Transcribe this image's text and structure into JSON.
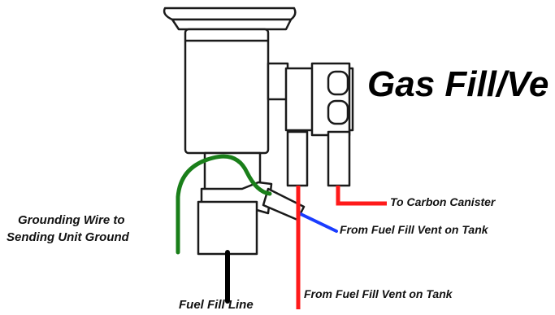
{
  "title": "Gas Fill/Ve",
  "labels": {
    "grounding_wire": [
      "Grounding Wire to",
      "Sending Unit Ground"
    ],
    "fuel_fill_line": "Fuel Fill Line",
    "vent_blue": "From Fuel Fill Vent on Tank",
    "vent_red": "From Fuel Fill Vent on Tank",
    "carbon_canister": "To Carbon Canister"
  },
  "colors": {
    "green_wire": "#1a7f1a",
    "blue_line": "#1a3cff",
    "red_line": "#ff1a1a",
    "black_line": "#000000",
    "outline": "#1a1a1a"
  }
}
